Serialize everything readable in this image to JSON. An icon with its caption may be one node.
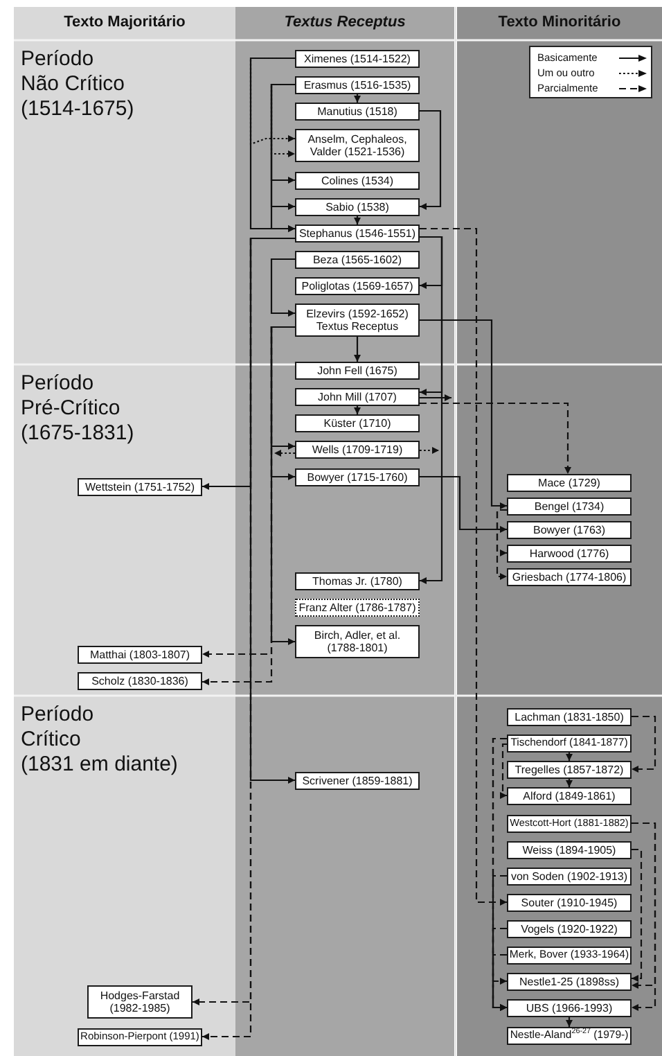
{
  "diagram": {
    "nodes": [
      {
        "text": [
          "Ximenes (1514-1522)"
        ]
      },
      {
        "text": [
          "Erasmus (1516-1535)"
        ]
      },
      {
        "text": [
          "Manutius (1518)"
        ]
      },
      {
        "text": [
          "Anselm, Cephaleos, Valder (1521-1536)"
        ]
      },
      {
        "text": [
          "Colines (1534)"
        ]
      },
      {
        "text": [
          "Sabio (1538)"
        ]
      },
      {
        "text": [
          "Stephanus (1546-1551)"
        ]
      },
      {
        "text": [
          "Beza (1565-1602)"
        ]
      },
      {
        "text": [
          "Poliglotas (1569-1657)"
        ]
      },
      {
        "text": [
          "Elzevirs (1592-1652) Textus Receptus"
        ]
      },
      {
        "text": [
          "John Fell (1675)"
        ]
      },
      {
        "text": [
          "John Mill (1707)"
        ]
      },
      {
        "text": [
          "Küster (1710)"
        ]
      },
      {
        "text": [
          "Wells (1709-1719)"
        ]
      },
      {
        "text": [
          "Bowyer (1715-1760)"
        ]
      },
      {
        "text": [
          "Wettstein (1751-1752)"
        ]
      },
      {
        "text": [
          "Mace (1729)"
        ]
      },
      {
        "text": [
          "Bengel (1734)"
        ]
      },
      {
        "text": [
          "Bowyer (1763)"
        ]
      },
      {
        "text": [
          "Harwood (1776)"
        ]
      },
      {
        "text": [
          "Griesbach (1774-1806)"
        ]
      },
      {
        "text": [
          "Thomas Jr. (1780)"
        ]
      },
      {
        "text": [
          "Franz Alter (1786-1787)"
        ]
      },
      {
        "text": [
          "Birch, Adler, et al. (1788-1801)"
        ]
      },
      {
        "text": [
          "Matthai (1803-1807)"
        ]
      },
      {
        "text": [
          "Scholz (1830-1836)"
        ]
      },
      {
        "text": [
          "Lachman (1831-1850)"
        ]
      },
      {
        "text": [
          "Tischendorf (1841-1877)"
        ]
      },
      {
        "text": [
          "Tregelles (1857-1872)"
        ]
      },
      {
        "text": [
          "Alford (1849-1861)"
        ]
      },
      {
        "text": [
          "Westcott-Hort (1881-1882)"
        ]
      },
      {
        "text": [
          "Weiss (1894-1905)"
        ]
      },
      {
        "text": [
          "von Soden (1902-1913)"
        ]
      },
      {
        "text": [
          "Souter (1910-1945)"
        ]
      },
      {
        "text": [
          "Vogels (1920-1922)"
        ]
      },
      {
        "text": [
          "Merk, Bover (1933-1964)"
        ]
      },
      {
        "text": [
          "Nestle1-25 (1898ss)"
        ]
      },
      {
        "text": [
          "UBS (1966-1993)"
        ]
      },
      {
        "text": [
          "Nestle-Aland$^{26-27}$ (1979-)"
        ]
      },
      {
        "text": [
          "Scrivener (1859-1881)"
        ]
      },
      {
        "text": [
          "Hodges-Farstad (1982-1985)"
        ]
      },
      {
        "text": [
          "Robinson-Pierpont (1991)"
        ]
      }
    ],
    "edges": [
      {
        "from": 0,
        "to": 6,
        "arrow": "to"
      },
      {
        "from": 1,
        "to": 2,
        "arrow": "to"
      },
      {
        "from": 1,
        "to": 4,
        "arrow": "to"
      },
      {
        "from": 1,
        "to": 5,
        "arrow": "to"
      },
      {
        "from": 1,
        "to": 6,
        "arrow": "to"
      },
      {
        "from": 0,
        "to": 3,
        "arrow": "to",
        "style": "dashed"
      },
      {
        "from": 1,
        "to": 3,
        "arrow": "to",
        "style": "dashed"
      },
      {
        "from": 2,
        "to": 5,
        "arrow": "to"
      },
      {
        "from": 5,
        "to": 6,
        "arrow": "to"
      },
      {
        "from": 6,
        "to": 15,
        "arrow": "to"
      },
      {
        "from": 6,
        "to": 39,
        "arrow": "to"
      },
      {
        "from": 6,
        "to": 40,
        "arrow": "to",
        "style": "dashed"
      },
      {
        "from": 6,
        "to": 41,
        "arrow": "to",
        "style": "dashed"
      },
      {
        "from": 7,
        "to": 9,
        "arrow": "to"
      },
      {
        "from": 6,
        "to": 8,
        "arrow": "to"
      },
      {
        "from": 6,
        "to": 11,
        "arrow": "to"
      },
      {
        "from": 6,
        "to": 21,
        "arrow": "to"
      },
      {
        "from": 9,
        "to": 10,
        "arrow": "to"
      },
      {
        "from": 11,
        "to": 12,
        "arrow": "to"
      },
      {
        "from": 9,
        "to": 13,
        "arrow": "to"
      },
      {
        "from": 9,
        "to": 14,
        "arrow": "to"
      },
      {
        "from": 9,
        "to": 23,
        "arrow": "to"
      },
      {
        "from": 9,
        "to": 24,
        "arrow": "to",
        "style": "dashed"
      },
      {
        "from": 9,
        "to": 25,
        "arrow": "to",
        "style": "dashed"
      },
      {
        "from": 13,
        "to": null,
        "arrow": "to",
        "style": "dashed"
      },
      {
        "from": 13,
        "to": null,
        "arrow": "to",
        "style": "dashed"
      },
      {
        "from": 11,
        "to": null,
        "arrow": "to"
      },
      {
        "from": 11,
        "to": 16,
        "arrow": "to",
        "style": "dashed"
      },
      {
        "from": 9,
        "to": 17,
        "arrow": "to"
      },
      {
        "from": 14,
        "to": 18,
        "arrow": "to"
      },
      {
        "from": 17,
        "to": 19,
        "arrow": "to",
        "style": "dashed"
      },
      {
        "from": 17,
        "to": 20,
        "arrow": "to",
        "style": "dashed"
      },
      {
        "from": 6,
        "to": 33,
        "arrow": "to",
        "style": "dashed"
      },
      {
        "from": 26,
        "to": 28,
        "arrow": "to",
        "style": "dashed"
      },
      {
        "from": 27,
        "to": 28,
        "arrow": "to"
      },
      {
        "from": 28,
        "to": 29,
        "arrow": "to"
      },
      {
        "from": 27,
        "to": 29,
        "arrow": "to",
        "style": "dashed"
      },
      {
        "from": 27,
        "to": 37,
        "arrow": "to",
        "style": "dashed"
      },
      {
        "from": 32,
        "to": 37,
        "arrow": "to",
        "style": "dashed"
      },
      {
        "from": 34,
        "to": 37,
        "arrow": "to",
        "style": "dashed"
      },
      {
        "from": 35,
        "to": 37,
        "arrow": "to",
        "style": "dashed"
      },
      {
        "from": 27,
        "to": 36,
        "arrow": "to",
        "style": "dashed"
      },
      {
        "from": 30,
        "to": 36,
        "arrow": "to",
        "style": "dashed"
      },
      {
        "from": 30,
        "to": 37,
        "arrow": "to",
        "style": "dashed"
      },
      {
        "from": 31,
        "to": 36,
        "arrow": "to",
        "style": "dashed"
      },
      {
        "from": 37,
        "to": 38,
        "arrow": "to"
      }
    ],
    "labels": [
      "Texto Majoritário",
      "Textus Receptus",
      "Texto Minoritário",
      "Período Não Crítico (1514-1675)",
      "Período Pré-Crítico (1675-1831)",
      "Período Crítico (1831 em diante)"
    ],
    "legend": [
      {
        "text": "Basicamente"
      },
      {
        "text": "Um ou outro"
      },
      {
        "text": "Parcialmente"
      }
    ]
  }
}
